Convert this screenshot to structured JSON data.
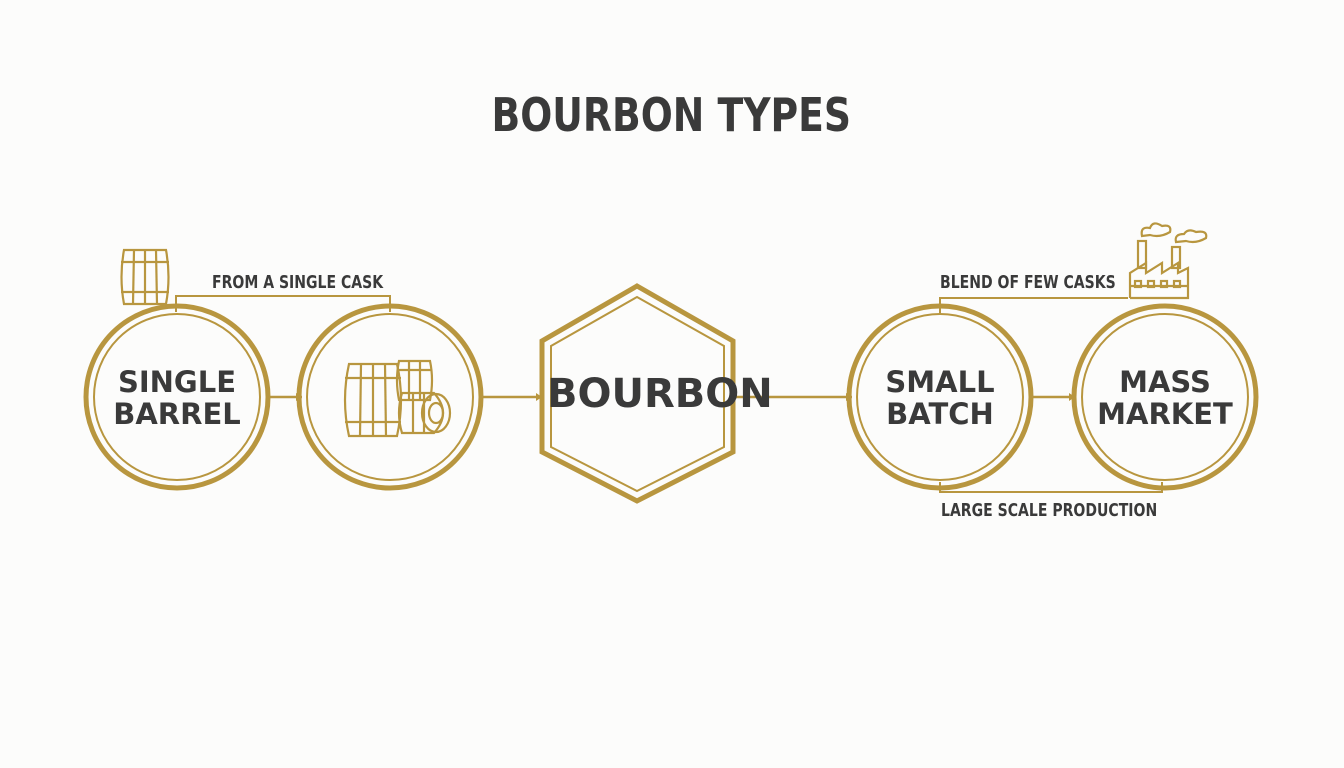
{
  "title": "BOURBON TYPES",
  "colors": {
    "gold": "#b8963f",
    "text": "#3a3a3a",
    "background": "#fcfcfb"
  },
  "nodes": {
    "single_barrel": {
      "line1": "SINGLE",
      "line2": "BARREL"
    },
    "barrel_stack": {
      "icon": "barrels-icon"
    },
    "bourbon": {
      "label": "BOURBON"
    },
    "small_batch": {
      "line1": "SMALL",
      "line2": "BATCH"
    },
    "mass_market": {
      "line1": "MASS",
      "line2": "MARKET"
    }
  },
  "annotations": {
    "single_cask": "FROM A SINGLE CASK",
    "few_casks": "BLEND OF FEW CASKS",
    "large_scale": "LARGE SCALE PRODUCTION"
  },
  "icons": {
    "barrel": "barrel-icon",
    "factory": "factory-icon"
  }
}
